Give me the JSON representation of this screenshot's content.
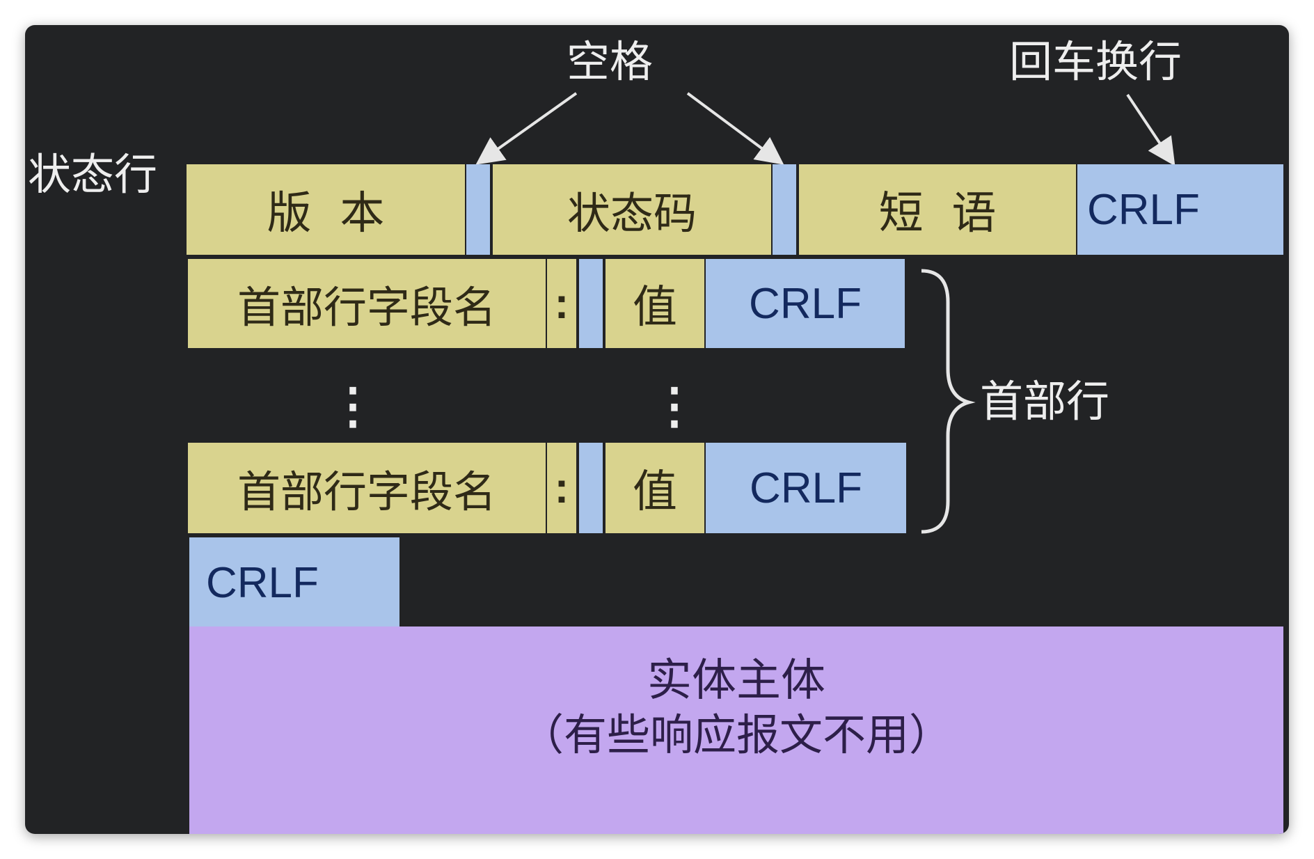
{
  "labels": {
    "space": "空格",
    "crlf_label": "回车换行",
    "status_line": "状态行",
    "header_lines": "首部行"
  },
  "status_line": {
    "version": "版  本",
    "status_code": "状态码",
    "phrase": "短  语",
    "crlf": "CRLF"
  },
  "header_rows": [
    {
      "field_name": "首部行字段名",
      "colon": ":",
      "value": "值",
      "crlf": "CRLF"
    },
    {
      "field_name": "首部行字段名",
      "colon": ":",
      "value": "值",
      "crlf": "CRLF"
    }
  ],
  "ellipsis": "⋮",
  "blank_line": {
    "crlf": "CRLF"
  },
  "body": {
    "line1": "实体主体",
    "line2": "（有些响应报文不用）"
  },
  "colors": {
    "background": "#222325",
    "field_yellow": "#d9d38e",
    "crlf_blue": "#a9c4ea",
    "body_purple": "#c3a7ef",
    "annotation_text": "#eeeeee"
  }
}
